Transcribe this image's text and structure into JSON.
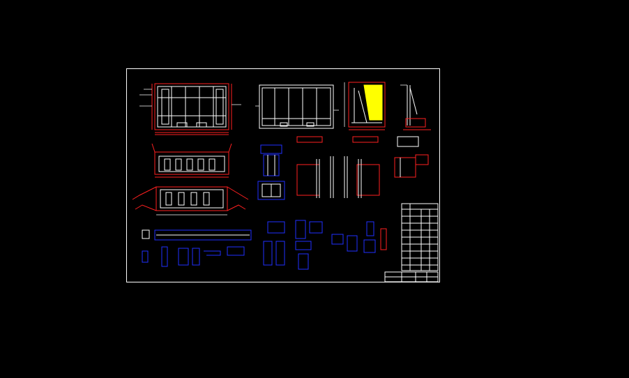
{
  "viewport": {
    "background": "#000000",
    "sheet_border_color": "#ffffff"
  },
  "colors": {
    "white": "#ffffff",
    "red": "#ff2020",
    "blue": "#2030ff",
    "yellow": "#ffff00",
    "grey": "#bdbdbd"
  },
  "views": [
    "elevation-front",
    "elevation-rear",
    "section-side",
    "section-profile",
    "plan-upper",
    "plan-lower",
    "detail-blue-column",
    "detail-frames",
    "detail-small-parts",
    "title-block"
  ]
}
